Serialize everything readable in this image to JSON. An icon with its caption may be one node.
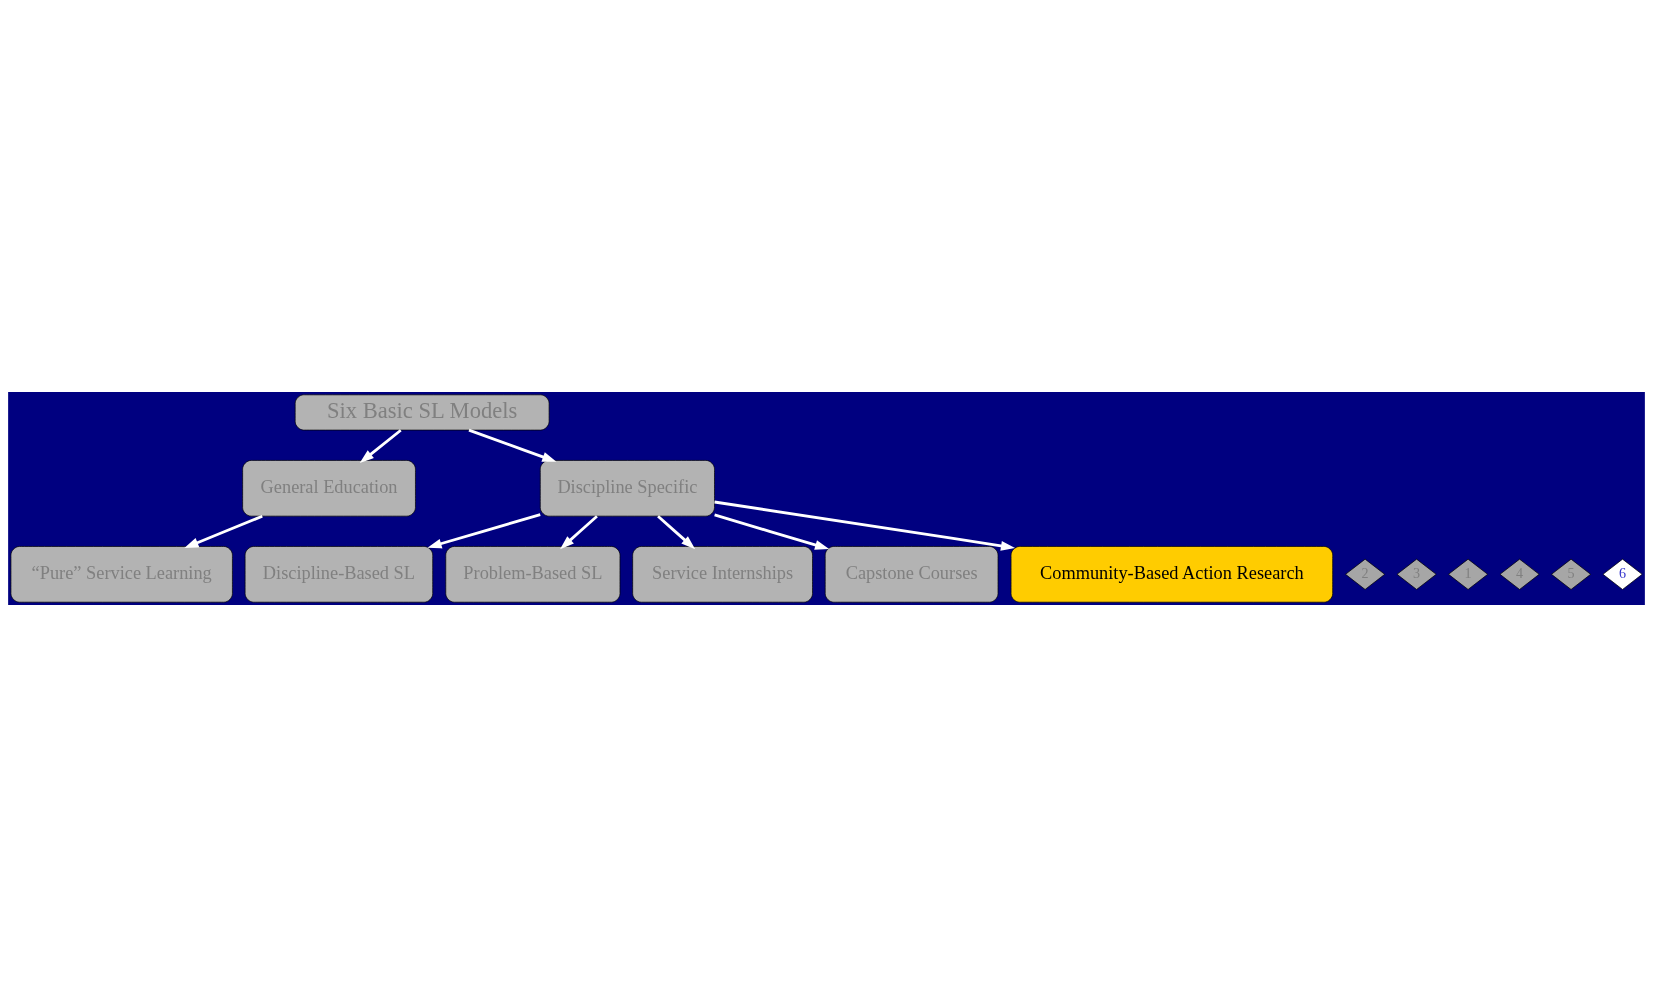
{
  "diagram": {
    "nodes": [
      {
        "text": [
          "Six Basic SL Models"
        ]
      },
      {
        "text": [
          "General Education"
        ]
      },
      {
        "text": [
          "Discipline Specific"
        ]
      },
      {
        "text": [
          "2"
        ]
      },
      {
        "text": [
          "Discipline-Based SL"
        ]
      },
      {
        "text": [
          "3"
        ]
      },
      {
        "text": [
          "Problem-Based SL"
        ]
      },
      {
        "text": [
          "1"
        ]
      },
      {
        "text": [
          "“Pure” Service Learning"
        ]
      },
      {
        "text": [
          "4"
        ]
      },
      {
        "text": [
          "Service Internships"
        ]
      },
      {
        "text": [
          "5"
        ]
      },
      {
        "text": [
          "Capstone Courses"
        ]
      },
      {
        "text": [
          "6"
        ]
      },
      {
        "text": [
          "Community-Based Action Research"
        ]
      }
    ],
    "edges": [
      {
        "from": 0,
        "to": 1,
        "arrow": "to"
      },
      {
        "from": 0,
        "to": 2,
        "arrow": "to"
      },
      {
        "from": 1,
        "to": 8,
        "arrow": "to"
      },
      {
        "from": 2,
        "to": 4,
        "arrow": "to"
      },
      {
        "from": 2,
        "to": 6,
        "arrow": "to"
      },
      {
        "from": 2,
        "to": 14,
        "arrow": "to"
      },
      {
        "from": 2,
        "to": 10,
        "arrow": "to"
      },
      {
        "from": 2,
        "to": 12,
        "arrow": "to"
      }
    ]
  }
}
